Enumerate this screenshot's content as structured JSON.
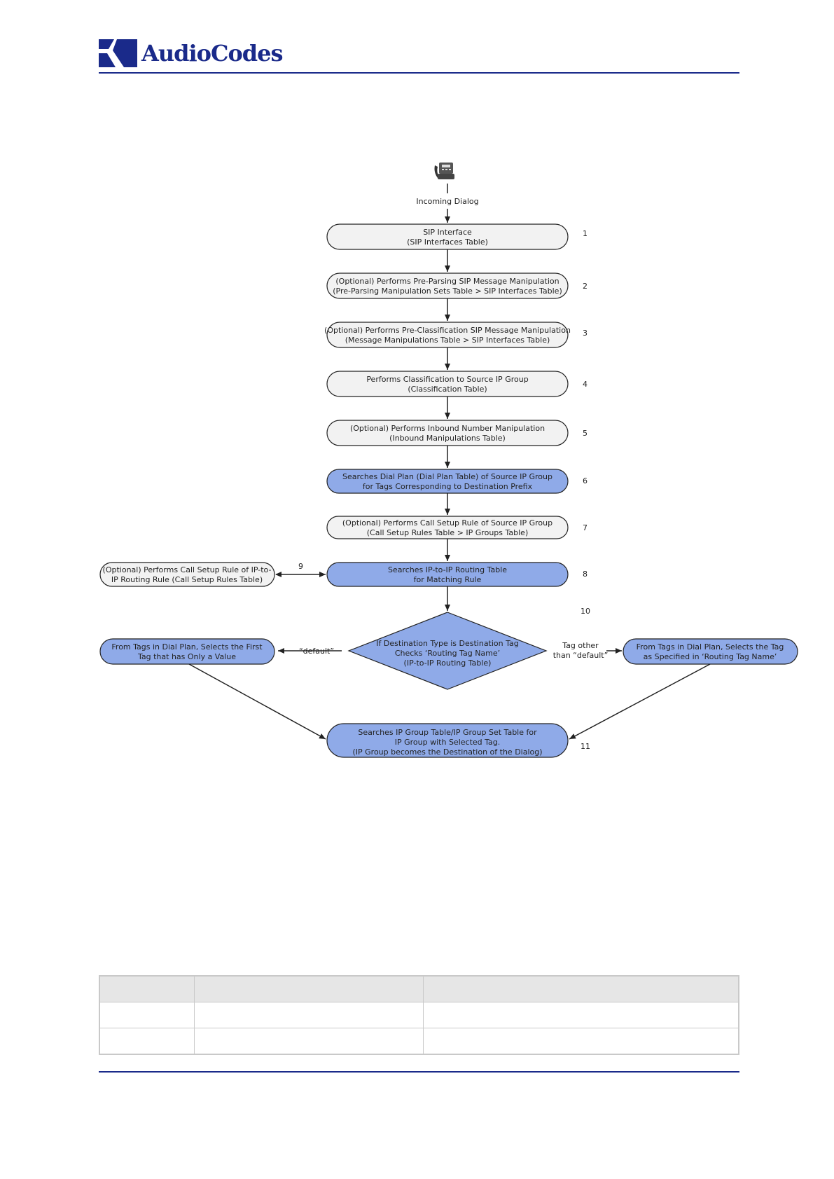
{
  "header": {
    "logo_text": "AudioCodes",
    "logo_icon": "audiocodes-logo-icon",
    "rule_color": "#1a2a8a"
  },
  "diagram": {
    "start_icon": "telephone-icon",
    "start_label": "Incoming Dialog",
    "nodes": [
      {
        "id": "n1",
        "lines": [
          "SIP Interface",
          "(SIP Interfaces Table)"
        ],
        "step": "1",
        "highlight": false
      },
      {
        "id": "n2",
        "lines": [
          "(Optional) Performs Pre-Parsing SIP Message Manipulation",
          "(Pre-Parsing Manipulation Sets Table > SIP Interfaces Table)"
        ],
        "step": "2",
        "highlight": false
      },
      {
        "id": "n3",
        "lines": [
          "(Optional) Performs Pre-Classification SIP Message Manipulation",
          "(Message Manipulations Table > SIP Interfaces Table)"
        ],
        "step": "3",
        "highlight": false
      },
      {
        "id": "n4",
        "lines": [
          "Performs Classification to Source IP Group",
          "(Classification Table)"
        ],
        "step": "4",
        "highlight": false
      },
      {
        "id": "n5",
        "lines": [
          "(Optional) Performs Inbound Number Manipulation",
          "(Inbound Manipulations Table)"
        ],
        "step": "5",
        "highlight": false
      },
      {
        "id": "n6",
        "lines": [
          "Searches Dial Plan (Dial Plan Table) of Source IP Group",
          "for Tags Corresponding to Destination Prefix"
        ],
        "step": "6",
        "highlight": true
      },
      {
        "id": "n7",
        "lines": [
          "(Optional) Performs Call Setup Rule of Source IP Group",
          "(Call Setup Rules Table > IP Groups Table)"
        ],
        "step": "7",
        "highlight": false
      },
      {
        "id": "n8",
        "lines": [
          "Searches IP-to-IP Routing Table",
          "for Matching Rule"
        ],
        "step": "8",
        "highlight": true
      },
      {
        "id": "n9",
        "lines": [
          "(Optional) Performs Call Setup Rule of IP-to-",
          "IP Routing Rule (Call Setup Rules Table)"
        ],
        "step": "9",
        "highlight": false
      },
      {
        "id": "n10",
        "lines": [
          "If Destination Type is Destination Tag",
          "Checks ‘Routing Tag Name’",
          "(IP-to-IP Routing Table)"
        ],
        "step": "10",
        "highlight": true
      },
      {
        "id": "nL",
        "lines": [
          "From Tags in Dial Plan, Selects the First",
          "Tag that has Only a Value"
        ],
        "step": "",
        "highlight": true
      },
      {
        "id": "nR",
        "lines": [
          "From Tags in Dial Plan, Selects the Tag",
          "as Specified in ‘Routing Tag Name’"
        ],
        "step": "",
        "highlight": true
      },
      {
        "id": "n11",
        "lines": [
          "Searches IP Group Table/IP Group Set Table for",
          "IP Group with Selected Tag.",
          "(IP Group becomes the Destination of the Dialog)"
        ],
        "step": "11",
        "highlight": true
      }
    ],
    "edge_labels": {
      "default": "“default”",
      "other_line1": "Tag other",
      "other_line2": "than “default”"
    },
    "colors": {
      "box_fill": "#f2f2f2",
      "highlight_fill": "#8faae8",
      "stroke": "#222222"
    }
  }
}
